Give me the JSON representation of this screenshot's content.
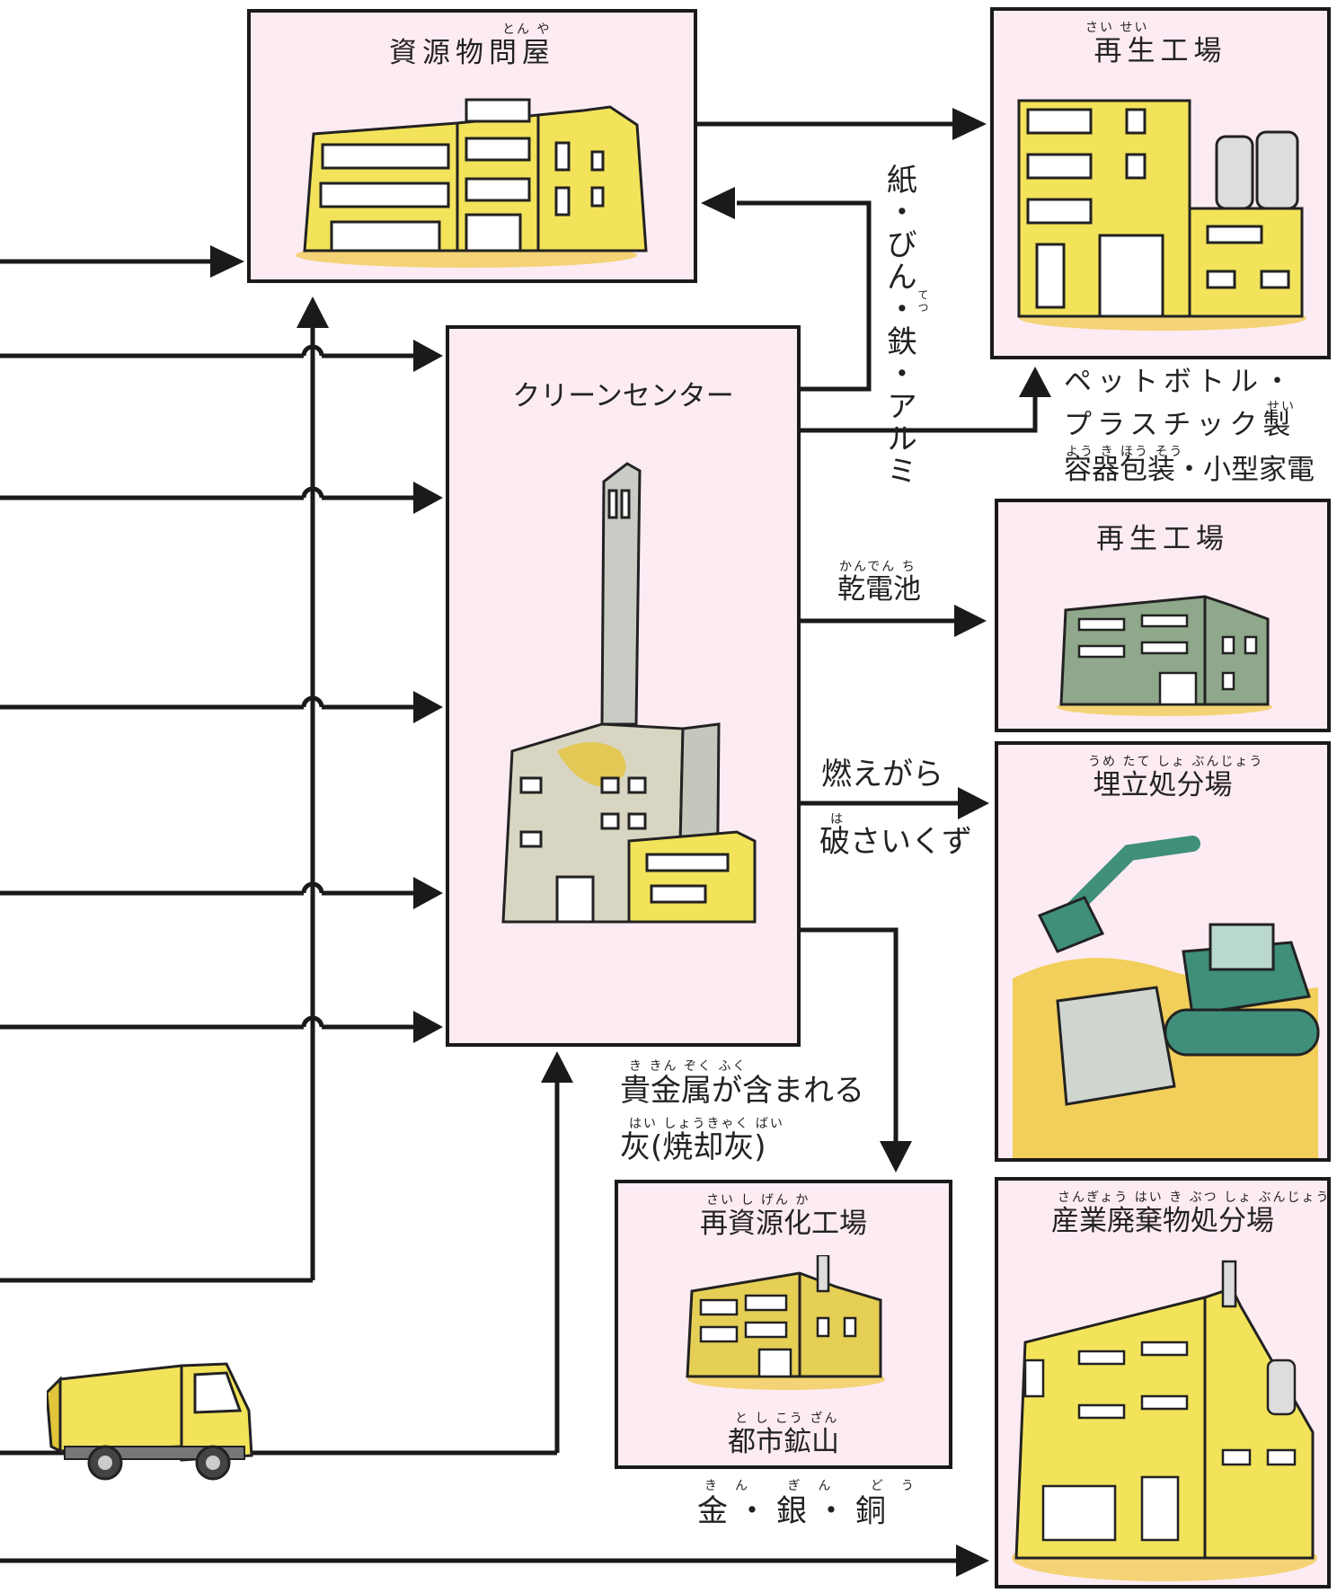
{
  "boxes": {
    "recycler_wholesaler": {
      "title": "資源物問屋",
      "ruby": "とん や"
    },
    "clean_center": {
      "title": "クリーンセンター"
    },
    "recycling_plant_top": {
      "title": "再生工場",
      "ruby": "さい せい"
    },
    "recycling_plant_mid": {
      "title": "再生工場"
    },
    "landfill": {
      "title": "埋立処分場",
      "ruby": "うめ たて しょ ぶんじょう"
    },
    "reprocessing_plant": {
      "title": "再資源化工場",
      "ruby": "さい し げん か",
      "subtitle": "都市鉱山",
      "subtitle_ruby": "と し こう ざん"
    },
    "industrial_waste": {
      "title": "産業廃棄物処分場",
      "ruby": "さんぎょう はい き ぶつ しょ ぶんじょう"
    }
  },
  "flows": {
    "paper_bottles": "紙・びん・鉄・アルミ",
    "paper_bottles_ruby": "てつ",
    "pet_line1": "ペットボトル・",
    "pet_line2": "プラスチック製",
    "pet_line2_ruby": "せい",
    "pet_line3": "容器包装・小型家電",
    "pet_line3_ruby": "よう き ほう そう",
    "batteries": "乾電池",
    "batteries_ruby": "かんでん ち",
    "ash_line1": "燃えがら",
    "ash_line2": "破さいくず",
    "ash_line2_ruby": "は",
    "metals_line1": "貴金属が含まれる",
    "metals_line1_ruby": "き きん ぞく ふく",
    "metals_line2": "灰(焼却灰)",
    "metals_line2_ruby": "はい しょうきゃく ばい",
    "gold_silver_copper": "金・銀・銅",
    "gold_silver_copper_ruby": "きん ぎん どう"
  },
  "colors": {
    "box_fill": "#fdebf3",
    "line": "#1a1a1a",
    "building_yellow": "#f3e35a",
    "chimney_gray": "#c9ccc4",
    "machine_green": "#3f8f7a",
    "ground_yellow": "#f0c940"
  }
}
